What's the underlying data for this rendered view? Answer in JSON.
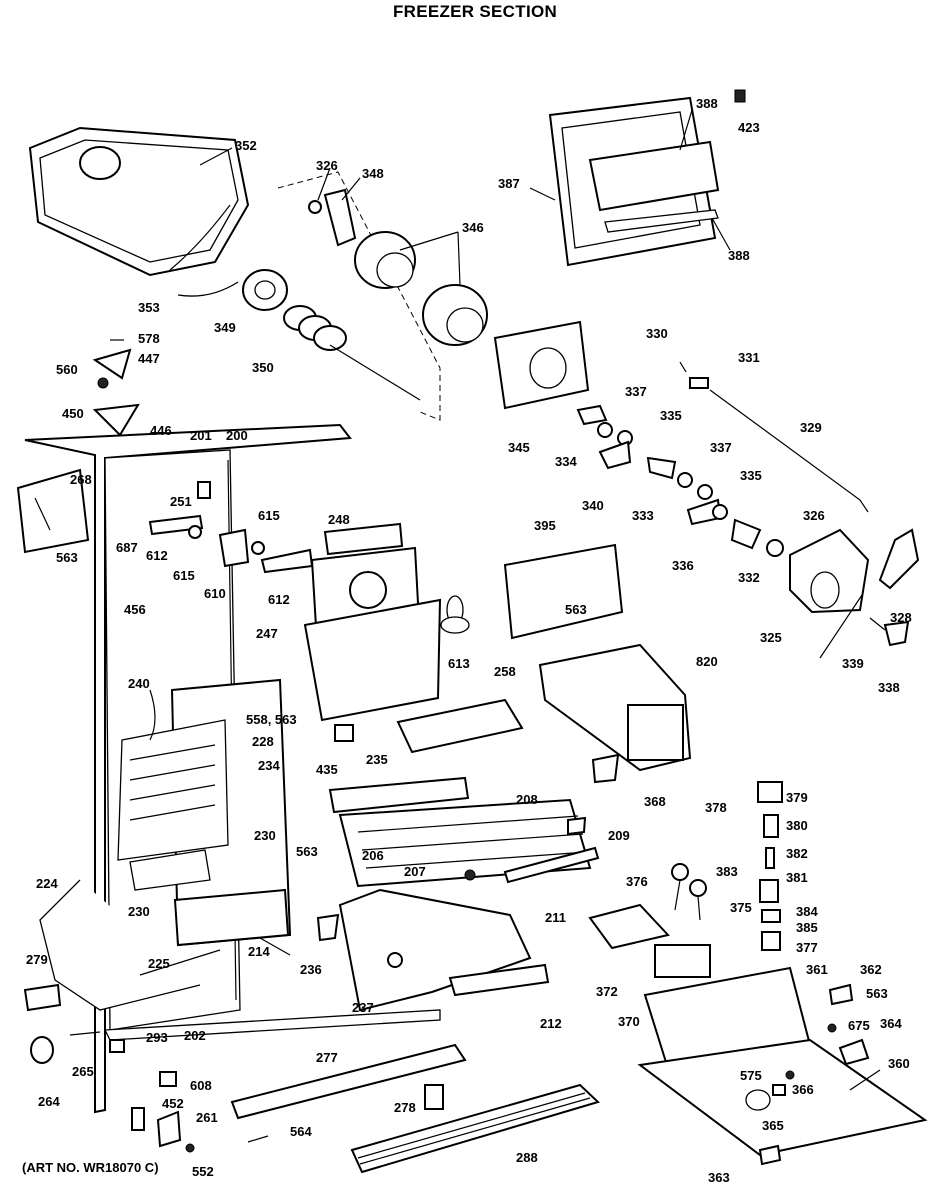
{
  "title": "FREEZER SECTION",
  "art_number": "(ART NO. WR18070 C)",
  "callouts": [
    {
      "id": "352",
      "label": "352"
    },
    {
      "id": "326a",
      "label": "326"
    },
    {
      "id": "348",
      "label": "348"
    },
    {
      "id": "346",
      "label": "346"
    },
    {
      "id": "353",
      "label": "353"
    },
    {
      "id": "349",
      "label": "349"
    },
    {
      "id": "350",
      "label": "350"
    },
    {
      "id": "387",
      "label": "387"
    },
    {
      "id": "388a",
      "label": "388"
    },
    {
      "id": "423",
      "label": "423"
    },
    {
      "id": "388b",
      "label": "388"
    },
    {
      "id": "578",
      "label": "578"
    },
    {
      "id": "447",
      "label": "447"
    },
    {
      "id": "560",
      "label": "560"
    },
    {
      "id": "450",
      "label": "450"
    },
    {
      "id": "446",
      "label": "446"
    },
    {
      "id": "330",
      "label": "330"
    },
    {
      "id": "331",
      "label": "331"
    },
    {
      "id": "329",
      "label": "329"
    },
    {
      "id": "337a",
      "label": "337"
    },
    {
      "id": "335a",
      "label": "335"
    },
    {
      "id": "345",
      "label": "345"
    },
    {
      "id": "334",
      "label": "334"
    },
    {
      "id": "340",
      "label": "340"
    },
    {
      "id": "337b",
      "label": "337"
    },
    {
      "id": "335b",
      "label": "335"
    },
    {
      "id": "333",
      "label": "333"
    },
    {
      "id": "336",
      "label": "336"
    },
    {
      "id": "332",
      "label": "332"
    },
    {
      "id": "326b",
      "label": "326"
    },
    {
      "id": "325",
      "label": "325"
    },
    {
      "id": "328",
      "label": "328"
    },
    {
      "id": "339",
      "label": "339"
    },
    {
      "id": "338",
      "label": "338"
    },
    {
      "id": "201",
      "label": "201"
    },
    {
      "id": "200",
      "label": "200"
    },
    {
      "id": "268",
      "label": "268"
    },
    {
      "id": "563a",
      "label": "563"
    },
    {
      "id": "251",
      "label": "251"
    },
    {
      "id": "687",
      "label": "687"
    },
    {
      "id": "612a",
      "label": "612"
    },
    {
      "id": "615a",
      "label": "615"
    },
    {
      "id": "615b",
      "label": "615"
    },
    {
      "id": "610",
      "label": "610"
    },
    {
      "id": "612b",
      "label": "612"
    },
    {
      "id": "248",
      "label": "248"
    },
    {
      "id": "395",
      "label": "395"
    },
    {
      "id": "563b",
      "label": "563"
    },
    {
      "id": "456",
      "label": "456"
    },
    {
      "id": "247",
      "label": "247"
    },
    {
      "id": "613",
      "label": "613"
    },
    {
      "id": "820",
      "label": "820"
    },
    {
      "id": "240",
      "label": "240"
    },
    {
      "id": "558_563",
      "label": "558, 563"
    },
    {
      "id": "258",
      "label": "258"
    },
    {
      "id": "228",
      "label": "228"
    },
    {
      "id": "234",
      "label": "234"
    },
    {
      "id": "435",
      "label": "435"
    },
    {
      "id": "235",
      "label": "235"
    },
    {
      "id": "368",
      "label": "368"
    },
    {
      "id": "378",
      "label": "378"
    },
    {
      "id": "379",
      "label": "379"
    },
    {
      "id": "230a",
      "label": "230"
    },
    {
      "id": "563c",
      "label": "563"
    },
    {
      "id": "208",
      "label": "208"
    },
    {
      "id": "380",
      "label": "380"
    },
    {
      "id": "206",
      "label": "206"
    },
    {
      "id": "209",
      "label": "209"
    },
    {
      "id": "382",
      "label": "382"
    },
    {
      "id": "207",
      "label": "207"
    },
    {
      "id": "376",
      "label": "376"
    },
    {
      "id": "383",
      "label": "383"
    },
    {
      "id": "381",
      "label": "381"
    },
    {
      "id": "224",
      "label": "224"
    },
    {
      "id": "375",
      "label": "375"
    },
    {
      "id": "230b",
      "label": "230"
    },
    {
      "id": "384",
      "label": "384"
    },
    {
      "id": "385",
      "label": "385"
    },
    {
      "id": "211",
      "label": "211"
    },
    {
      "id": "377",
      "label": "377"
    },
    {
      "id": "214",
      "label": "214"
    },
    {
      "id": "279",
      "label": "279"
    },
    {
      "id": "225",
      "label": "225"
    },
    {
      "id": "236",
      "label": "236"
    },
    {
      "id": "361",
      "label": "361"
    },
    {
      "id": "362",
      "label": "362"
    },
    {
      "id": "372",
      "label": "372"
    },
    {
      "id": "563d",
      "label": "563"
    },
    {
      "id": "237",
      "label": "237"
    },
    {
      "id": "212",
      "label": "212"
    },
    {
      "id": "370",
      "label": "370"
    },
    {
      "id": "675",
      "label": "675"
    },
    {
      "id": "364",
      "label": "364"
    },
    {
      "id": "202",
      "label": "202"
    },
    {
      "id": "293",
      "label": "293"
    },
    {
      "id": "277",
      "label": "277"
    },
    {
      "id": "265",
      "label": "265"
    },
    {
      "id": "360",
      "label": "360"
    },
    {
      "id": "264",
      "label": "264"
    },
    {
      "id": "608",
      "label": "608"
    },
    {
      "id": "575",
      "label": "575"
    },
    {
      "id": "366",
      "label": "366"
    },
    {
      "id": "452",
      "label": "452"
    },
    {
      "id": "261",
      "label": "261"
    },
    {
      "id": "278",
      "label": "278"
    },
    {
      "id": "564",
      "label": "564"
    },
    {
      "id": "365",
      "label": "365"
    },
    {
      "id": "552",
      "label": "552"
    },
    {
      "id": "288",
      "label": "288"
    },
    {
      "id": "363",
      "label": "363"
    }
  ]
}
